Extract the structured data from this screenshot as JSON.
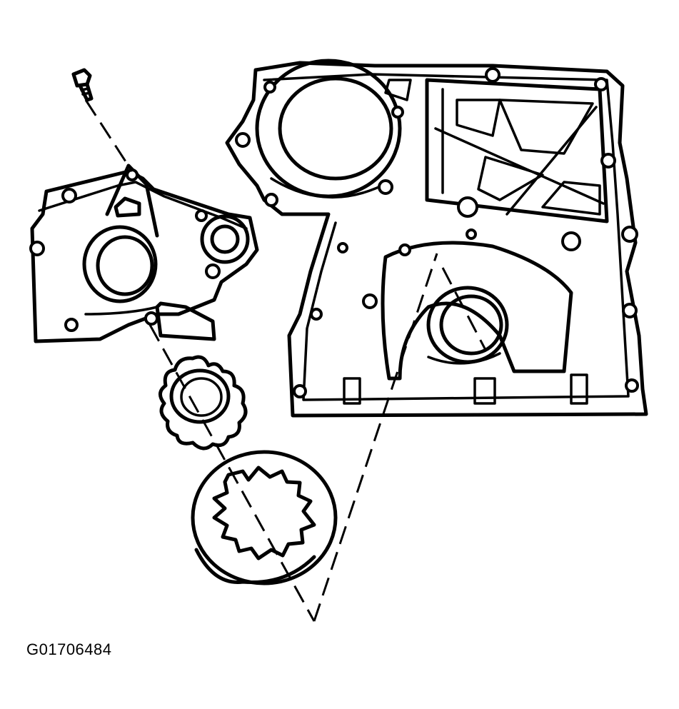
{
  "figure": {
    "id_label": "G01706484",
    "parts": [
      "mounting-bolt",
      "oil-pump-housing",
      "inner-gear-rotor",
      "outer-gear-rotor",
      "front-engine-cover"
    ]
  }
}
